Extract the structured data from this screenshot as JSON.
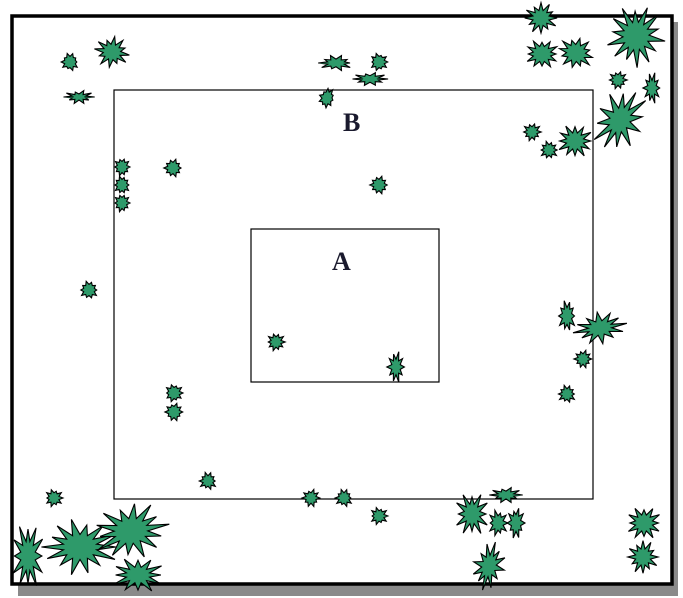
{
  "diagram": {
    "regions": [
      {
        "id": "outer",
        "label": ""
      },
      {
        "id": "B",
        "label": "B"
      },
      {
        "id": "A",
        "label": "A"
      }
    ],
    "colors": {
      "plant_fill": "#2e9a6a",
      "outline": "#000000",
      "shadow": "#8a8a8a",
      "label": "#1a1a2e"
    }
  }
}
